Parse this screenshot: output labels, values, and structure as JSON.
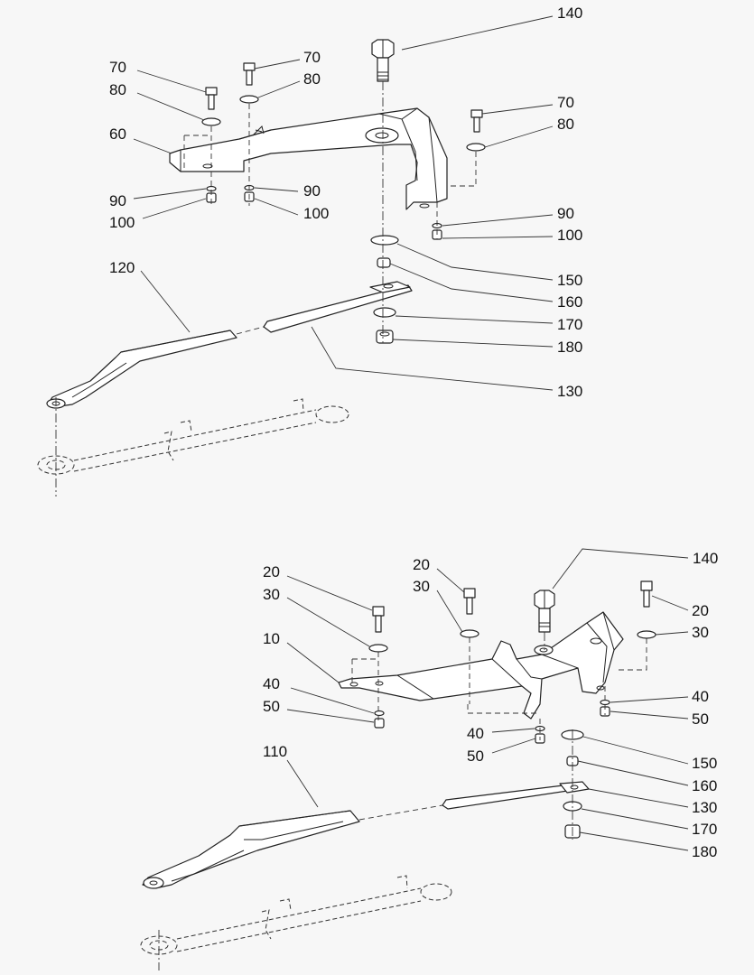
{
  "diagram": {
    "top": {
      "labels": [
        "140",
        "70",
        "80",
        "70",
        "80",
        "70",
        "80",
        "60",
        "90",
        "100",
        "90",
        "100",
        "90",
        "100",
        "150",
        "160",
        "120",
        "170",
        "180",
        "130"
      ]
    },
    "bottom": {
      "labels": [
        "140",
        "20",
        "30",
        "20",
        "30",
        "20",
        "30",
        "10",
        "40",
        "50",
        "40",
        "50",
        "40",
        "50",
        "150",
        "160",
        "110",
        "130",
        "170",
        "180"
      ]
    }
  }
}
